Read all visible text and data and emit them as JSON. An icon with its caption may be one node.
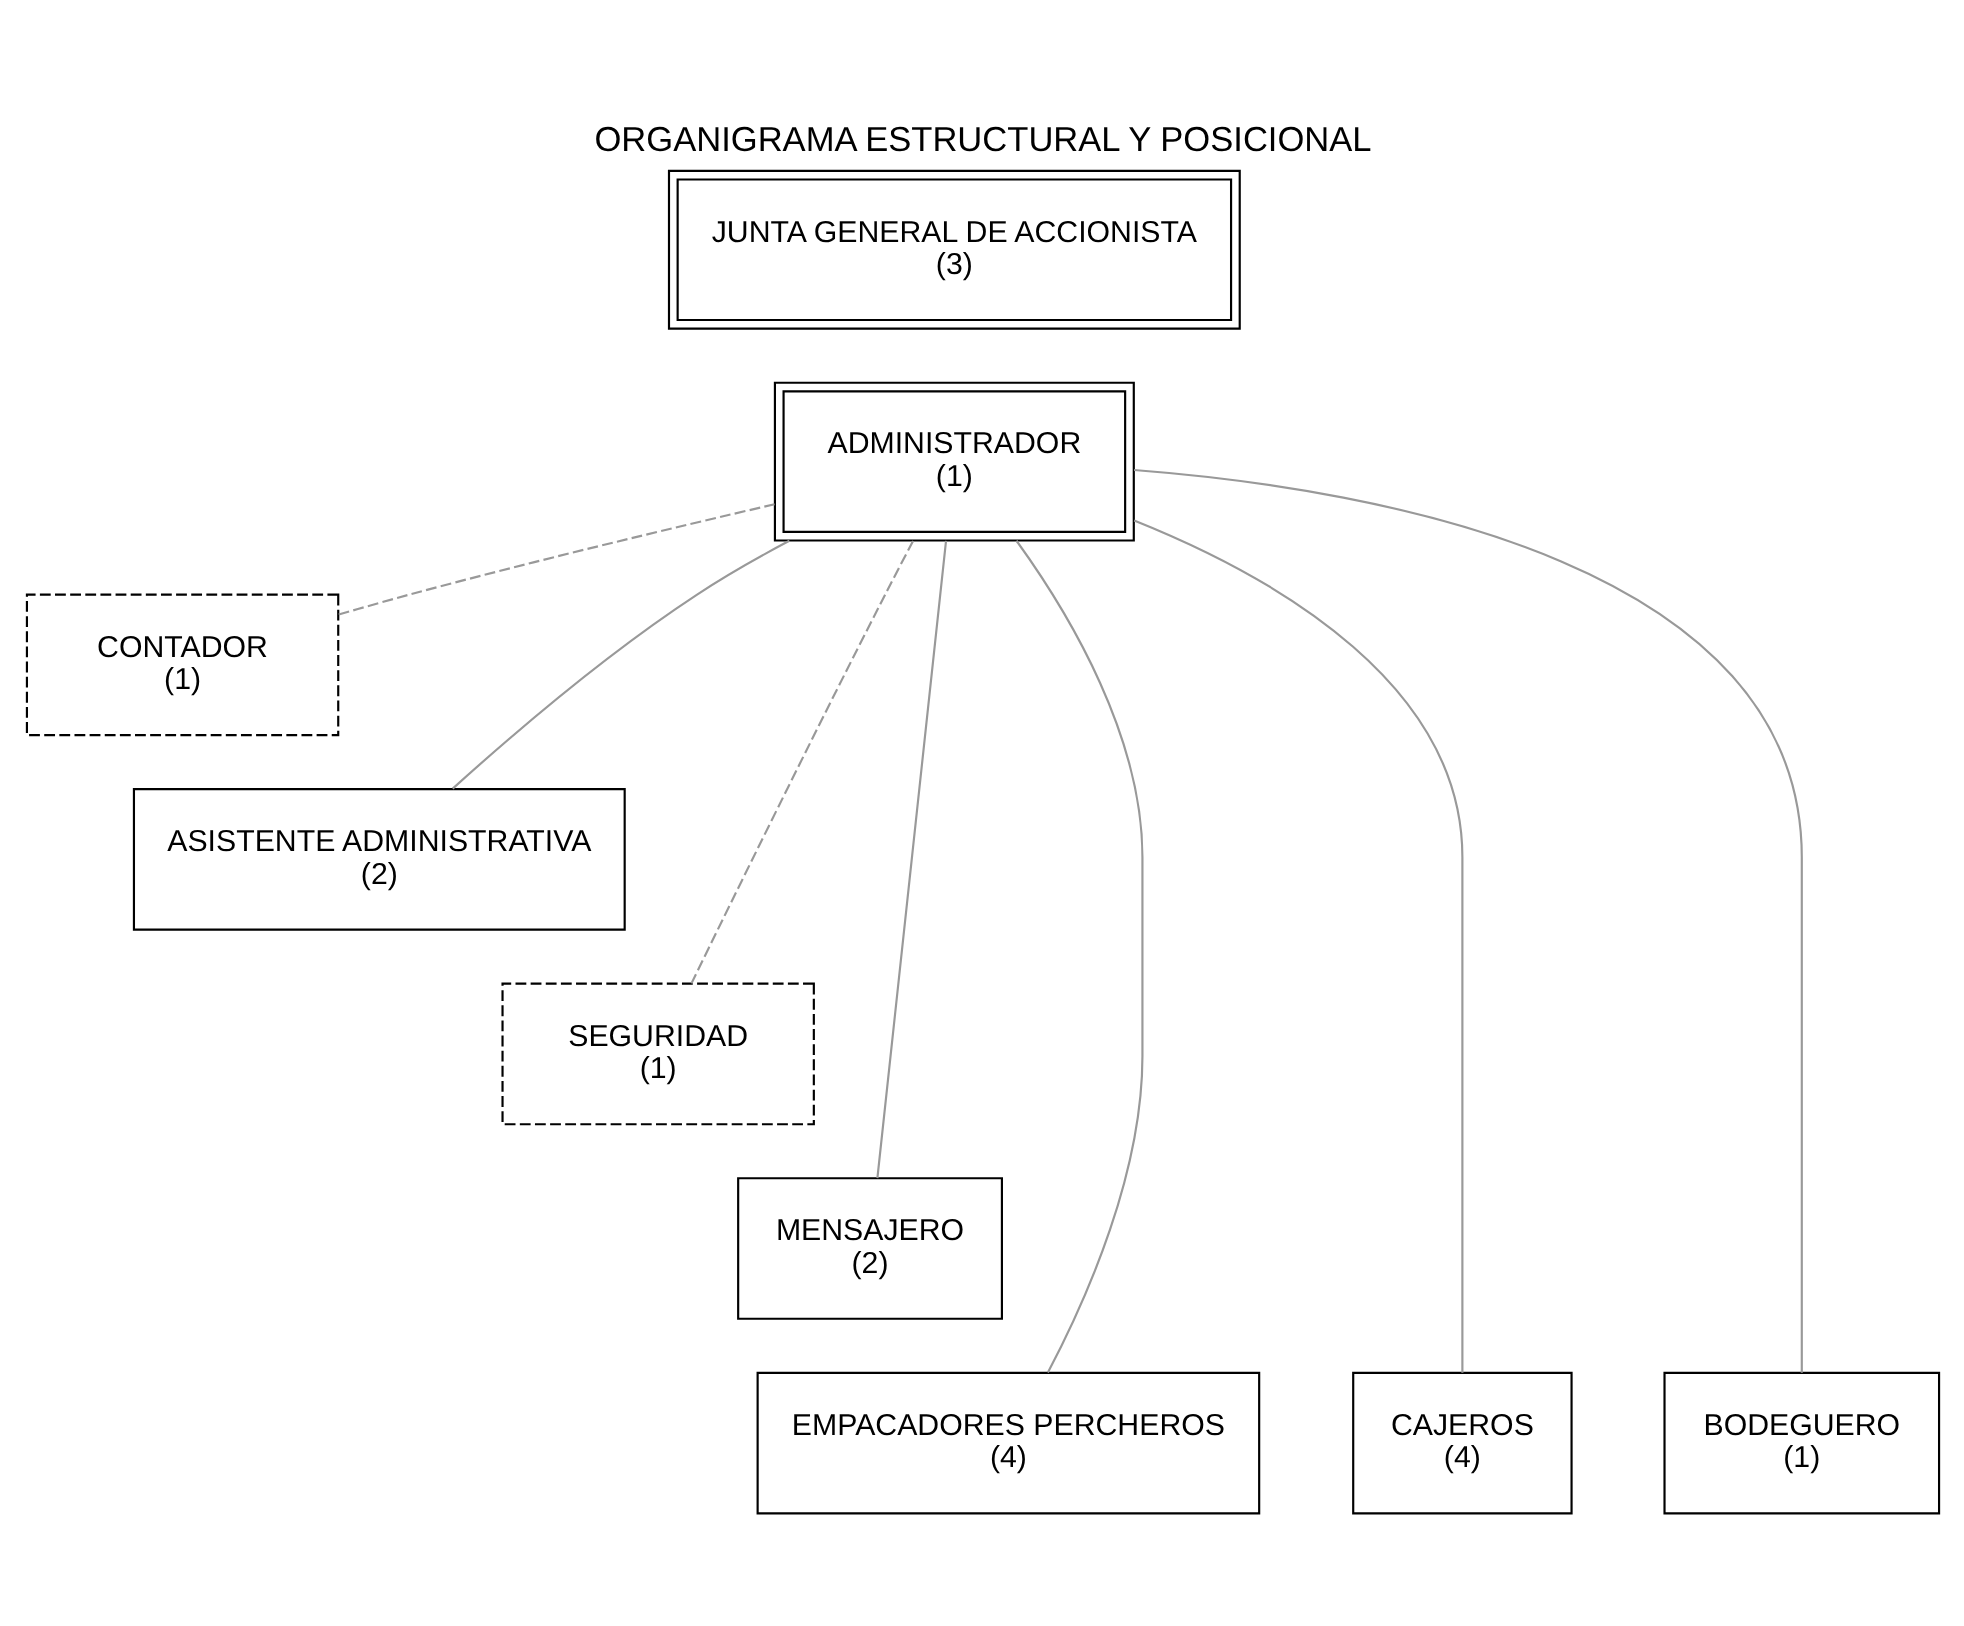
{
  "diagram": {
    "title": "ORGANIGRAMA ESTRUCTURAL Y POSICIONAL",
    "nodes": [
      {
        "text": [
          "JUNTA GENERAL DE ACCIONISTA",
          "(3)"
        ]
      },
      {
        "text": [
          "ADMINISTRADOR",
          "(1)"
        ]
      },
      {
        "text": [
          "CONTADOR",
          "(1)"
        ]
      },
      {
        "text": [
          "ASISTENTE ADMINISTRATIVA",
          "(2)"
        ]
      },
      {
        "text": [
          "SEGURIDAD",
          "(1)"
        ]
      },
      {
        "text": [
          "MENSAJERO",
          "(2)"
        ]
      },
      {
        "text": [
          "EMPACADORES PERCHEROS",
          "(4)"
        ]
      },
      {
        "text": [
          "CAJEROS",
          "(4)"
        ]
      },
      {
        "text": [
          "BODEGUERO",
          "(1)"
        ]
      }
    ],
    "edges": [
      {
        "from": 1,
        "to": 2,
        "arrow": "none",
        "style": "dashed"
      },
      {
        "from": 1,
        "to": 3,
        "arrow": "none"
      },
      {
        "from": 1,
        "to": 4,
        "arrow": "none",
        "style": "dashed"
      },
      {
        "from": 1,
        "to": 5,
        "arrow": "none"
      },
      {
        "from": 1,
        "to": 6,
        "arrow": "none"
      },
      {
        "from": 1,
        "to": 7,
        "arrow": "none"
      },
      {
        "from": 1,
        "to": 8,
        "arrow": "none"
      }
    ]
  }
}
